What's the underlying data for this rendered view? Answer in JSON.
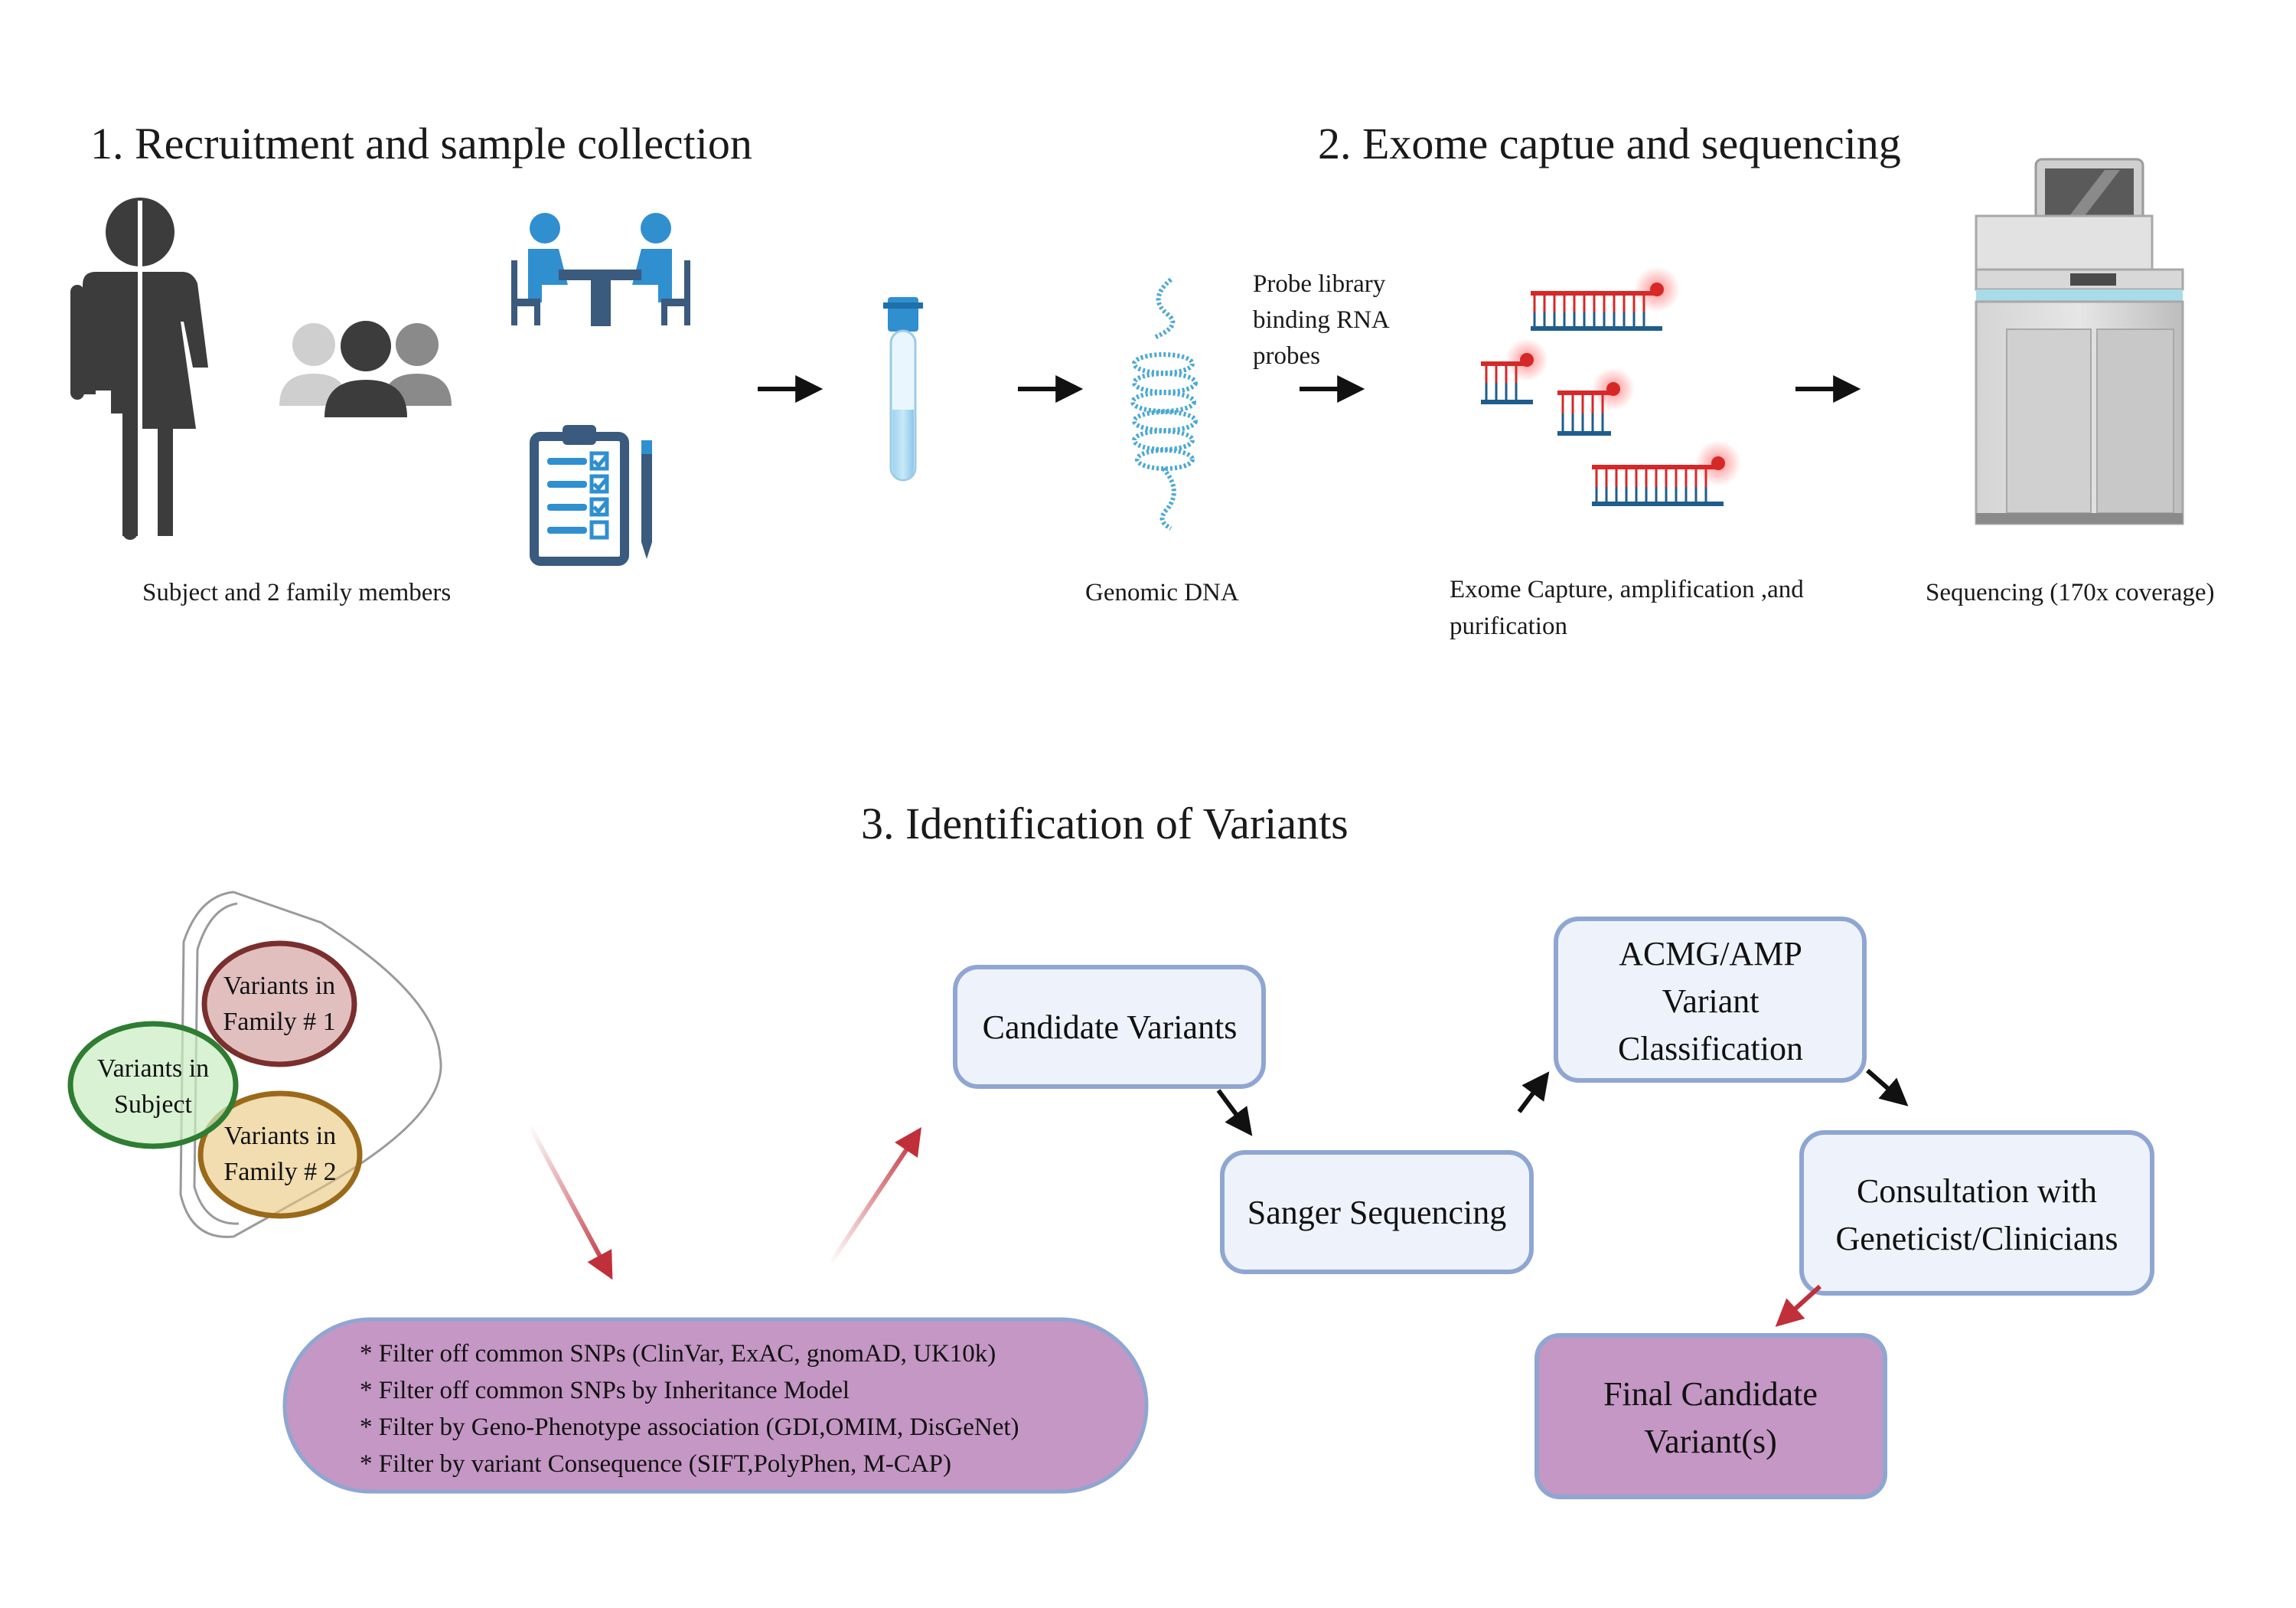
{
  "sections": {
    "s1_title": "1. Recruitment and sample collection",
    "s2_title": "2. Exome captue and sequencing",
    "s3_title": "3. Identification of Variants"
  },
  "labels": {
    "subject_family": "Subject and 2 family members",
    "genomic_dna": "Genomic DNA",
    "probe_line1": "Probe library",
    "probe_line2": "binding  RNA",
    "probe_line3": "probes",
    "exome_line1": "Exome Capture, amplification ,and",
    "exome_line2": "purification",
    "sequencing": "Sequencing (170x coverage)"
  },
  "venn": {
    "subject_line1": "Variants in",
    "subject_line2": "Subject",
    "family1_line1": "Variants in",
    "family1_line2": "Family # 1",
    "family2_line1": "Variants in",
    "family2_line2": "Family # 2"
  },
  "filters": [
    "* Filter off common SNPs (ClinVar,  ExAC, gnomAD, UK10k)",
    "* Filter off common SNPs by Inheritance Model",
    "* Filter by Geno-Phenotype association (GDI,OMIM, DisGeNet)",
    "* Filter by variant Consequence (SIFT,PolyPhen, M-CAP)"
  ],
  "boxes": {
    "candidate": "Candidate Variants",
    "sanger": "Sanger Sequencing",
    "acmg_line1": "ACMG/AMP",
    "acmg_line2": "Variant",
    "acmg_line3": "Classification",
    "consult_line1": "Consultation with",
    "consult_line2": "Geneticist/Clinicians",
    "final_line1": "Final Candidate",
    "final_line2": "Variant(s)"
  },
  "colors": {
    "icon_dark": "#3c3c3c",
    "icon_blue": "#2f8fcf",
    "icon_navy": "#3a5a7e",
    "dna_blue": "#4aa8d4",
    "probe_red": "#d62828",
    "probe_blue": "#1f5d8c",
    "box_fill": "#eef3fb",
    "box_stroke": "#8fa6d2",
    "purple_fill": "#c497c4",
    "arrow_red": "#c0303a",
    "venn_green": "#2e7d32",
    "venn_red": "#7a2e2e",
    "venn_gold": "#9a6a1a"
  }
}
